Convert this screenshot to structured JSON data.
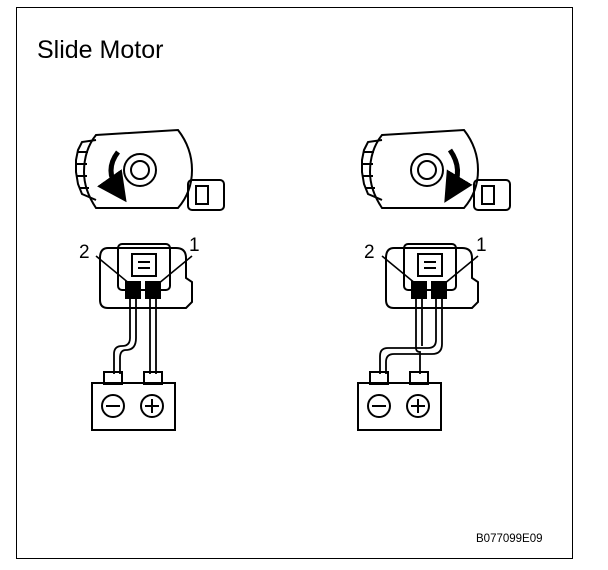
{
  "title": "Slide Motor",
  "figure_code": "B077099E09",
  "diagrams": [
    {
      "rotation": "counterclockwise",
      "pin_labels": {
        "left": "2",
        "right": "1"
      },
      "battery": {
        "left_terminal": "negative",
        "right_terminal": "positive"
      }
    },
    {
      "rotation": "clockwise",
      "pin_labels": {
        "left": "2",
        "right": "1"
      },
      "battery": {
        "left_terminal": "negative",
        "right_terminal": "positive"
      }
    }
  ]
}
